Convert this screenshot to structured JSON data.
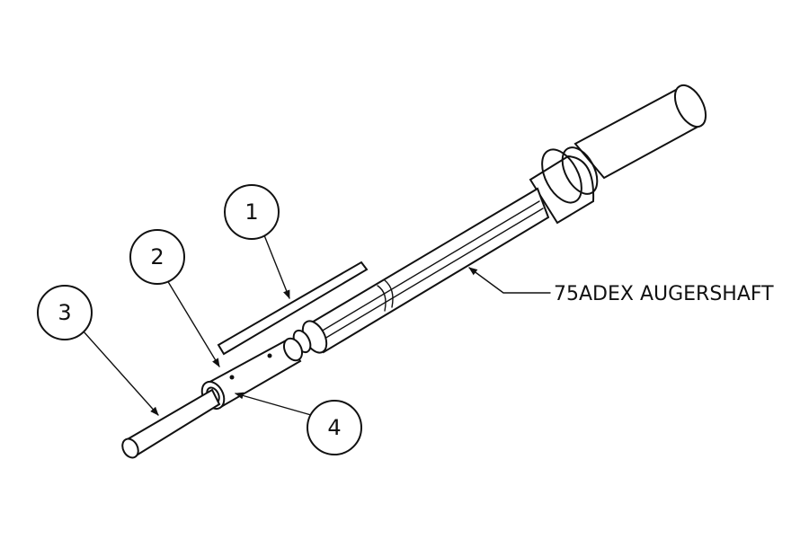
{
  "callouts": [
    {
      "id": "1",
      "label": "1"
    },
    {
      "id": "2",
      "label": "2"
    },
    {
      "id": "3",
      "label": "3"
    },
    {
      "id": "4",
      "label": "4"
    }
  ],
  "assembly_label": "75ADEX AUGERSHAFT"
}
